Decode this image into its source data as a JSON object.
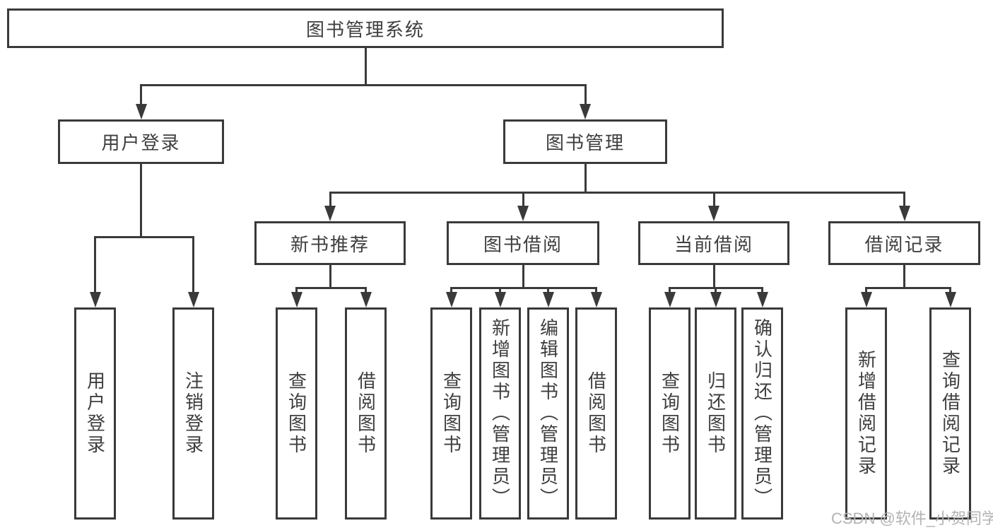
{
  "tree": {
    "root": "图书管理系统",
    "branches": [
      {
        "label": "用户登录",
        "leaves": [
          "用户登录",
          "注销登录"
        ]
      },
      {
        "label": "图书管理",
        "groups": [
          {
            "label": "新书推荐",
            "leaves": [
              "查询图书",
              "借阅图书"
            ]
          },
          {
            "label": "图书借阅",
            "leaves": [
              "查询图书",
              "新增图书（管理员）",
              "编辑图书（管理员）",
              "借阅图书"
            ]
          },
          {
            "label": "当前借阅",
            "leaves": [
              "查询图书",
              "归还图书",
              "确认归还（管理员）"
            ]
          },
          {
            "label": "借阅记录",
            "leaves": [
              "新增借阅记录",
              "查询借阅记录"
            ]
          }
        ]
      }
    ]
  },
  "watermark": "CSDN @软件_小贺同学",
  "colors": {
    "line": "#3a3a3a",
    "text": "#3e3e3e",
    "watermark": "#b3b3b3",
    "background": "#ffffff"
  }
}
